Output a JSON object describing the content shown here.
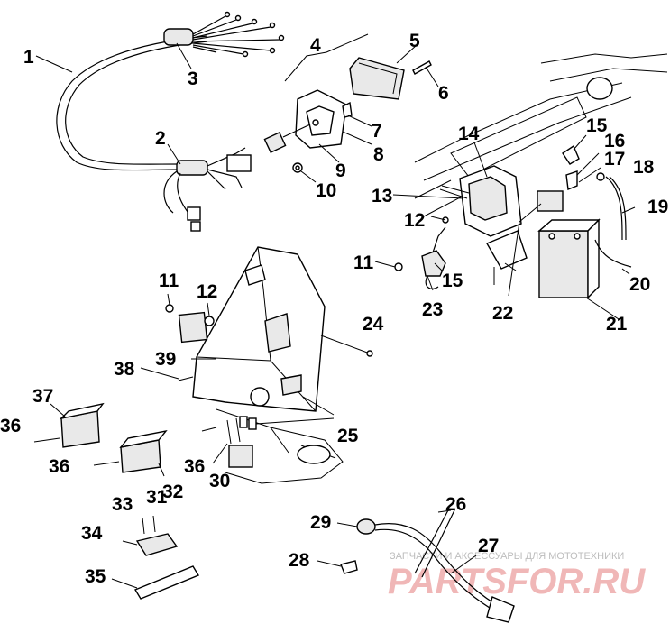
{
  "callouts": {
    "c1": "1",
    "c2": "2",
    "c3": "3",
    "c4": "4",
    "c5": "5",
    "c6": "6",
    "c7": "7",
    "c8": "8",
    "c9": "9",
    "c10": "10",
    "c11a": "11",
    "c11b": "11",
    "c12a": "12",
    "c12b": "12",
    "c13": "13",
    "c14": "14",
    "c15a": "15",
    "c15b": "15",
    "c16": "16",
    "c17": "17",
    "c18": "18",
    "c19": "19",
    "c20": "20",
    "c21": "21",
    "c22": "22",
    "c23": "23",
    "c24": "24",
    "c25": "25",
    "c26": "26",
    "c27": "27",
    "c28": "28",
    "c29": "29",
    "c30": "30",
    "c31": "31",
    "c32": "32",
    "c33": "33",
    "c34": "34",
    "c35": "35",
    "c36a": "36",
    "c36b": "36",
    "c36c": "36",
    "c37": "37",
    "c38": "38",
    "c39": "39"
  },
  "watermark": {
    "tagline": "ЗАПЧАСТИ И АКСЕССУАРЫ ДЛЯ МОТОТЕХНИКИ",
    "brand": "PARTSFOR.RU"
  },
  "colors": {
    "ink": "#000000",
    "paper": "#ffffff",
    "watermark_text": "#f0b7b7",
    "watermark_tagline": "#bdbdbd"
  }
}
